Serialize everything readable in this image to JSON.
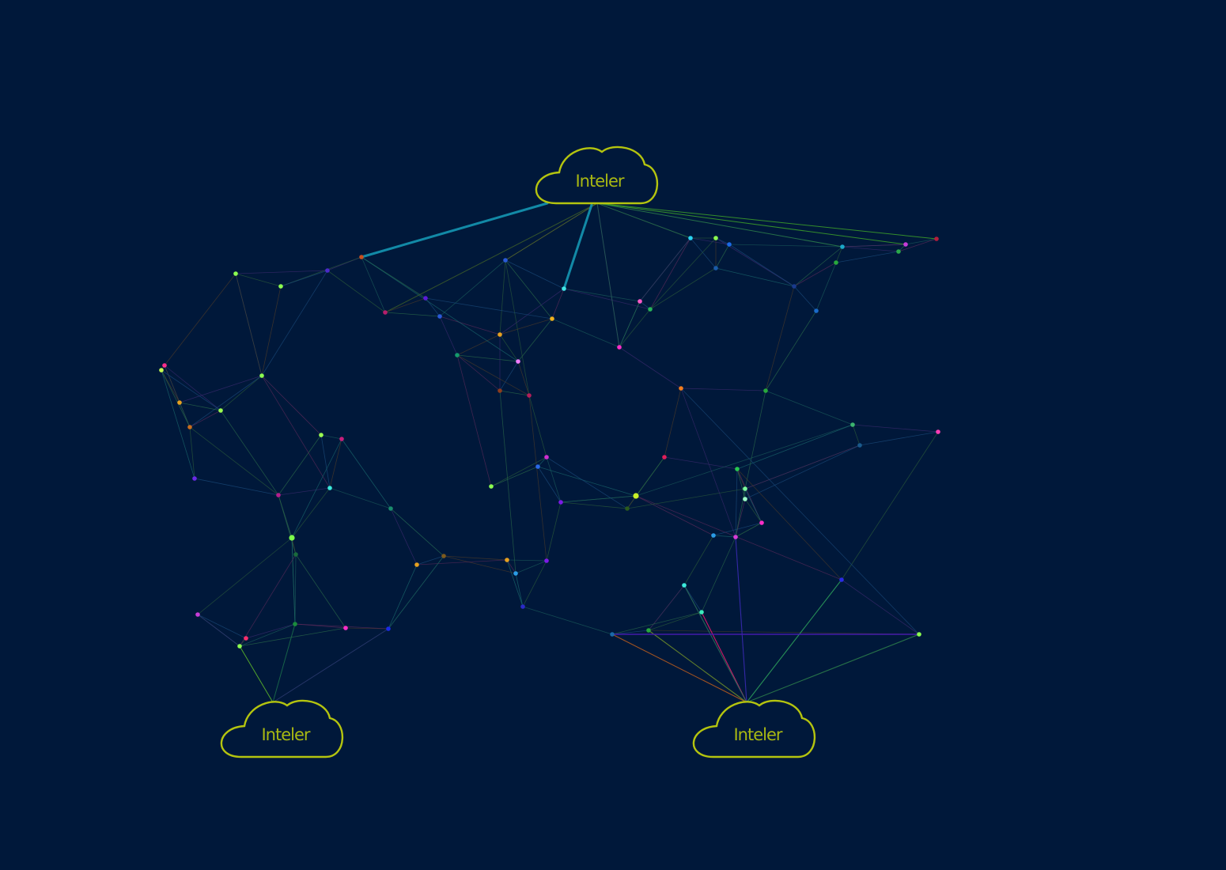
{
  "clouds": [
    {
      "id": "top",
      "label": "Inteler"
    },
    {
      "id": "bottom-left",
      "label": "Inteler"
    },
    {
      "id": "bottom-right",
      "label": "Inteler"
    }
  ],
  "colors": {
    "background": "#00183a",
    "cloud_stroke": "#b4c40f",
    "cloud_text": "#a8b812",
    "highlight_path": "#1289a6",
    "highlight_tip": "#d6ee2a"
  }
}
